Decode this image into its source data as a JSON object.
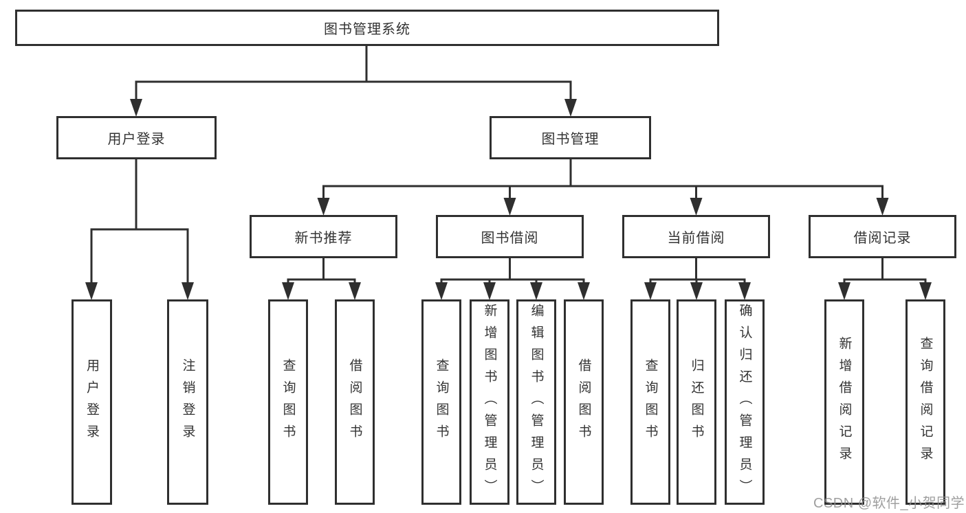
{
  "diagram": {
    "root": {
      "label": "图书管理系统"
    },
    "level2": {
      "user_login": {
        "label": "用户登录"
      },
      "book_management": {
        "label": "图书管理"
      }
    },
    "level3": {
      "new_book_recommend": {
        "label": "新书推荐"
      },
      "book_borrow": {
        "label": "图书借阅"
      },
      "current_borrow": {
        "label": "当前借阅"
      },
      "borrow_records": {
        "label": "借阅记录"
      }
    },
    "leaves": {
      "user_login": [
        "用户登录",
        "注销登录"
      ],
      "new_book_recommend": [
        "查询图书",
        "借阅图书"
      ],
      "book_borrow": [
        "查询图书",
        "新增图书（管理员）",
        "编辑图书（管理员）",
        "借阅图书"
      ],
      "current_borrow": [
        "查询图书",
        "归还图书",
        "确认归还（管理员）"
      ],
      "borrow_records": [
        "新增借阅记录",
        "查询借阅记录"
      ]
    },
    "colors": {
      "line": "#2f2f2f",
      "box_border": "#2f2f2f",
      "box_background": "#ffffff",
      "text": "#333333",
      "watermark": "#8f8f8f"
    },
    "watermark": "CSDN @软件_小贺同学"
  }
}
